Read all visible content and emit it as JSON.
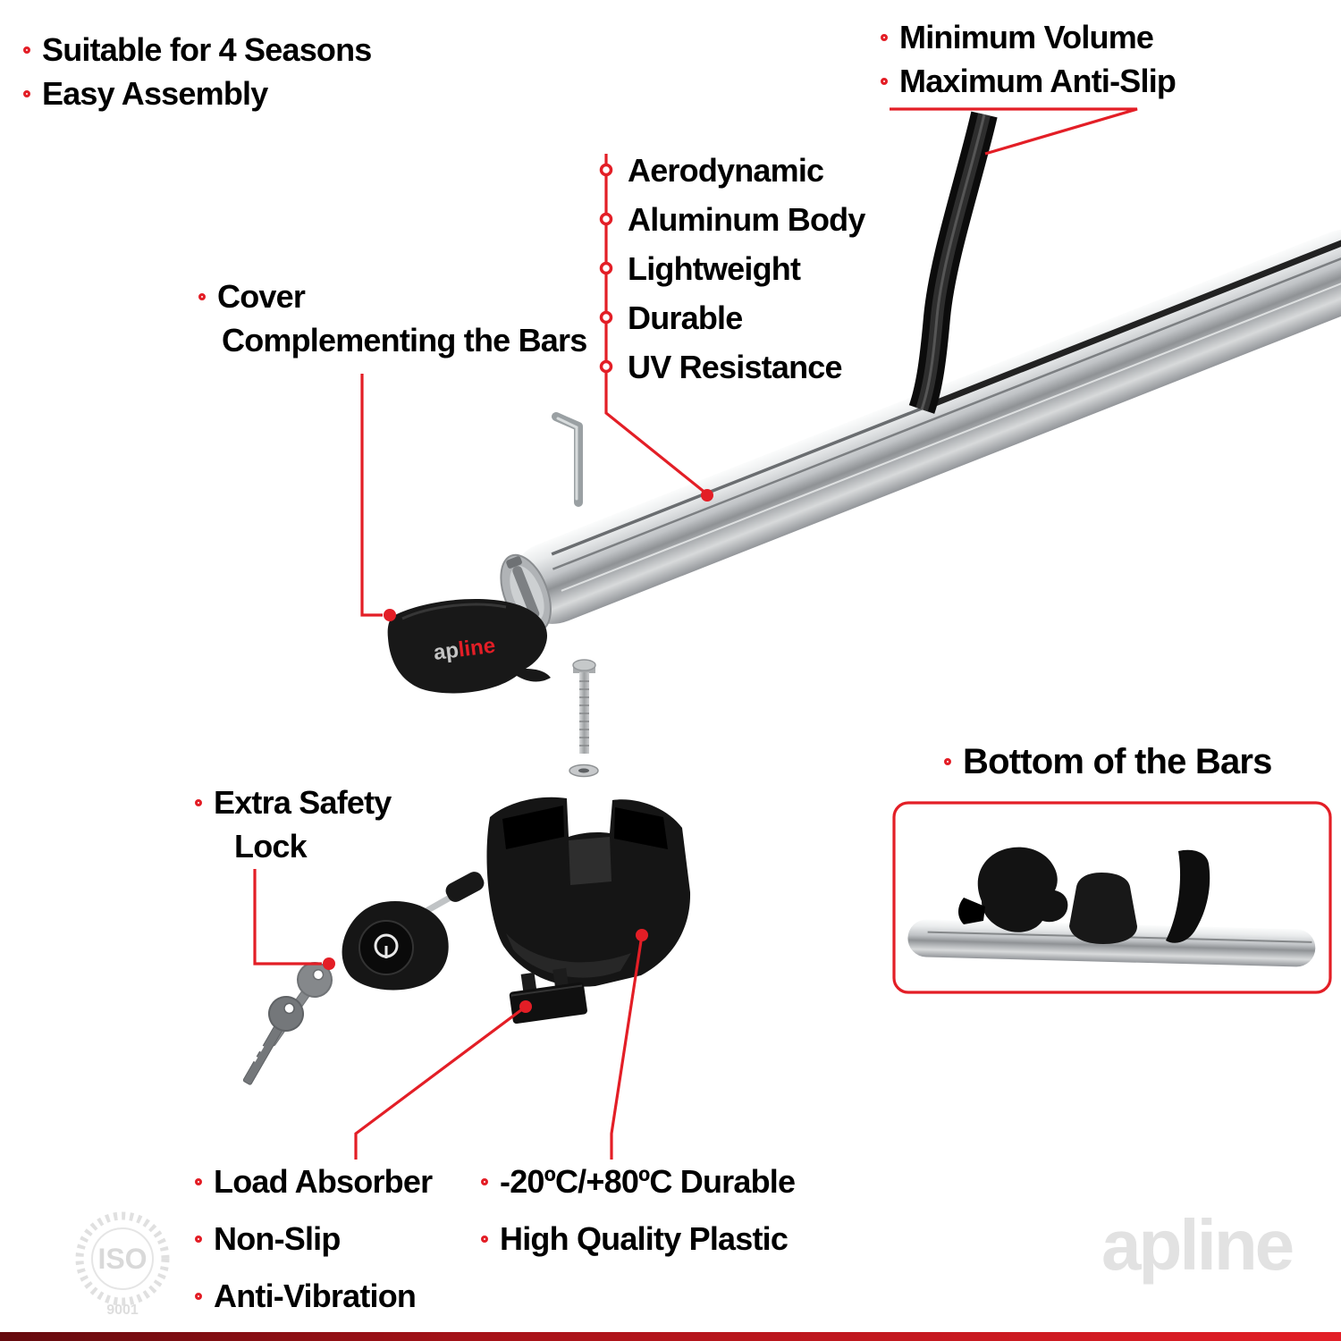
{
  "colors": {
    "accent": "#e31e26",
    "watermark_gray": "#e2e2e2"
  },
  "features": {
    "top_left": [
      "Suitable for 4 Seasons",
      "Easy Assembly"
    ],
    "top_right": [
      "Minimum Volume",
      "Maximum Anti-Slip"
    ],
    "cover_line1": "Cover",
    "cover_line2": "Complementing the Bars",
    "bar": [
      "Aerodynamic",
      "Aluminum Body",
      "Lightweight",
      "Durable",
      "UV Resistance"
    ],
    "lock_line1": "Extra Safety",
    "lock_line2": "Lock",
    "bottom_left": [
      "Load Absorber",
      "Non-Slip",
      "Anti-Vibration"
    ],
    "bottom_middle": [
      "-20ºC/+80ºC Durable",
      "High Quality Plastic"
    ],
    "detail_title": "Bottom of the Bars"
  },
  "brand": {
    "cover_prefix": "ap",
    "cover_suffix": "line",
    "watermark": "apline"
  },
  "badges": {
    "iso": "ISO",
    "iso_number": "9001"
  }
}
